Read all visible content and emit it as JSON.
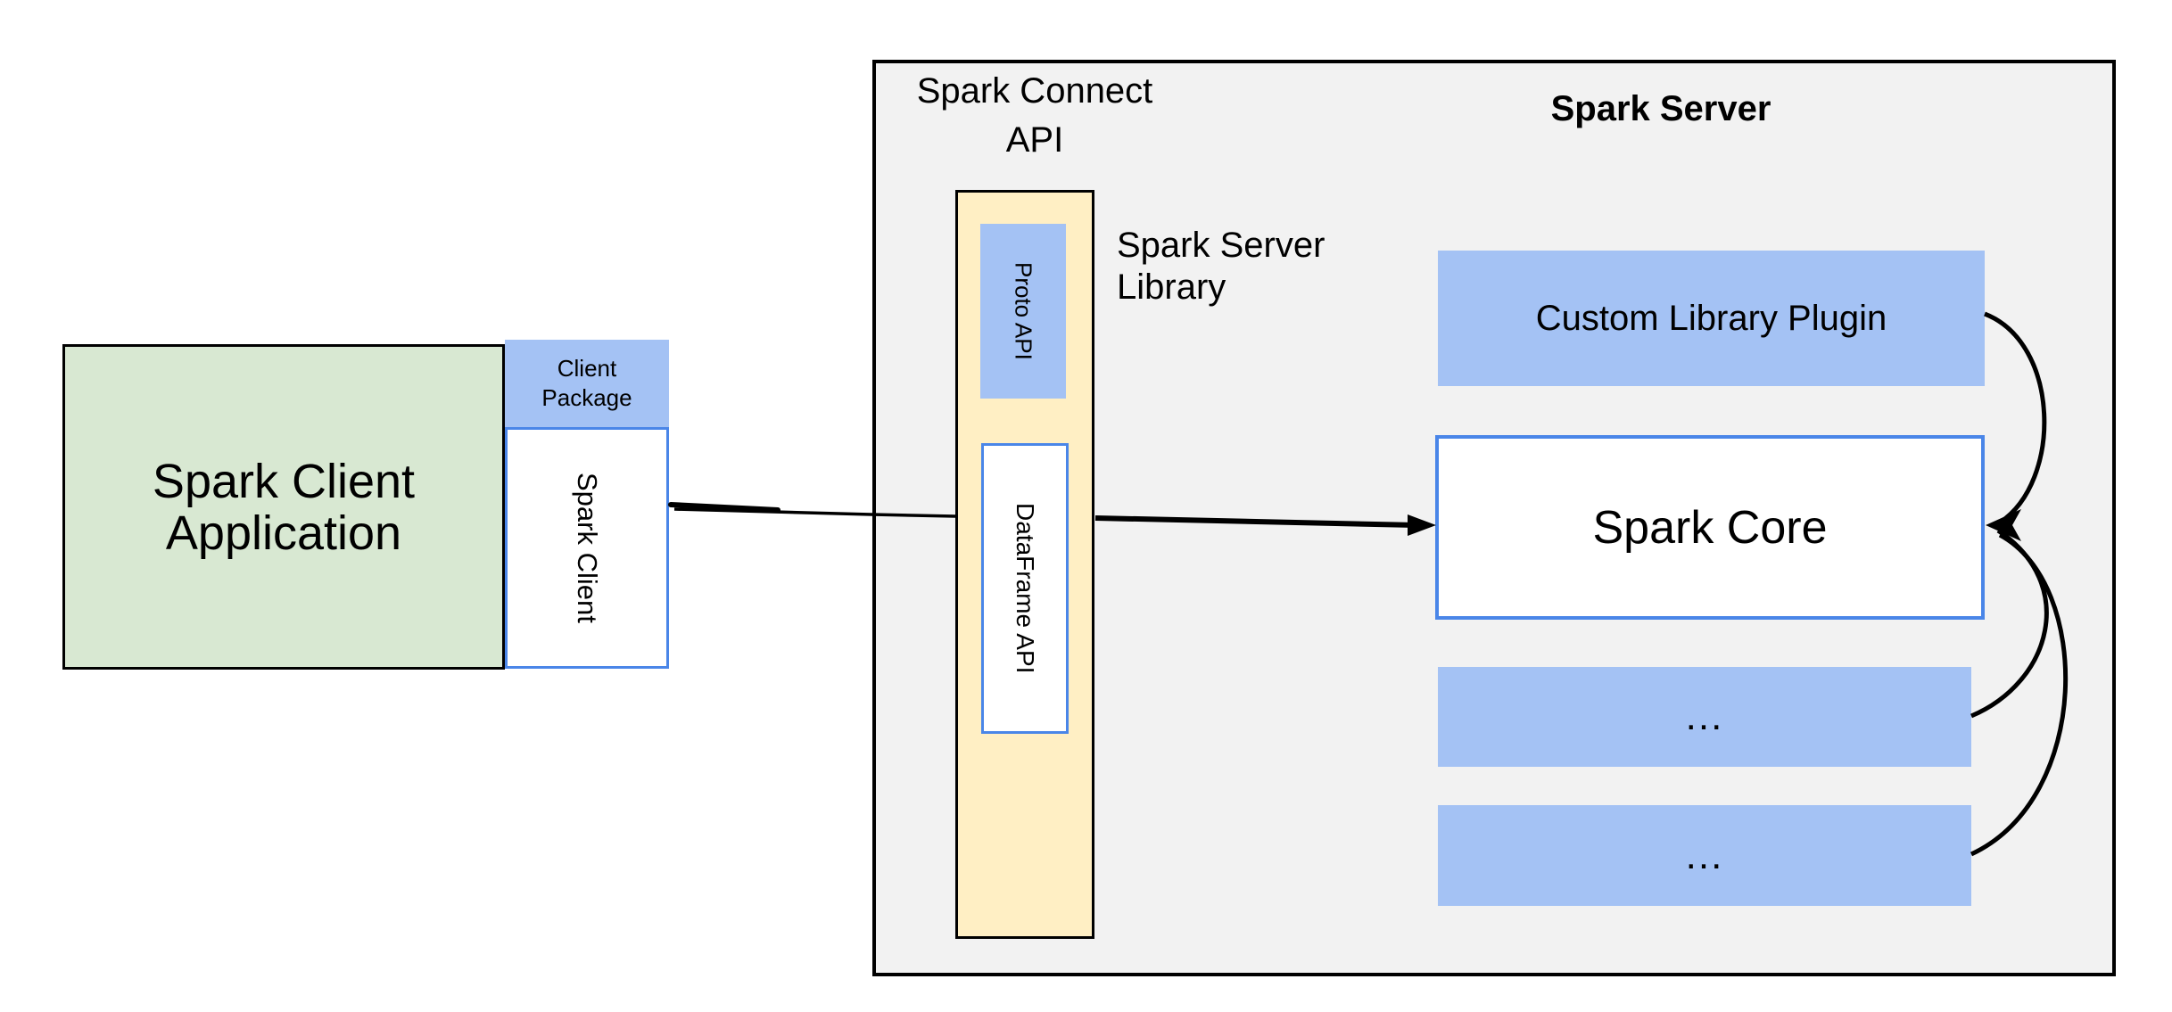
{
  "colors": {
    "background": "#ffffff",
    "server_fill": "#f2f2f2",
    "green_fill": "#d8e8d2",
    "yellow_fill": "#ffefc4",
    "blue_fill": "#a4c2f4",
    "blue_border": "#4a86e8",
    "line": "#000000"
  },
  "client": {
    "app_line1": "Spark Client",
    "app_line2": "Application",
    "package_line1": "Client",
    "package_line2": "Package",
    "spark_client": "Spark Client"
  },
  "connect_api": {
    "label_line1": "Spark Connect",
    "label_line2": "API",
    "proto_api": "Proto API",
    "dataframe_api": "DataFrame API"
  },
  "server": {
    "title": "Spark Server",
    "library_line1": "Spark Server",
    "library_line2": "Library",
    "custom_plugin": "Custom Library Plugin",
    "spark_core": "Spark Core",
    "ellipsis_box_1": "...",
    "ellipsis_box_2": "..."
  }
}
